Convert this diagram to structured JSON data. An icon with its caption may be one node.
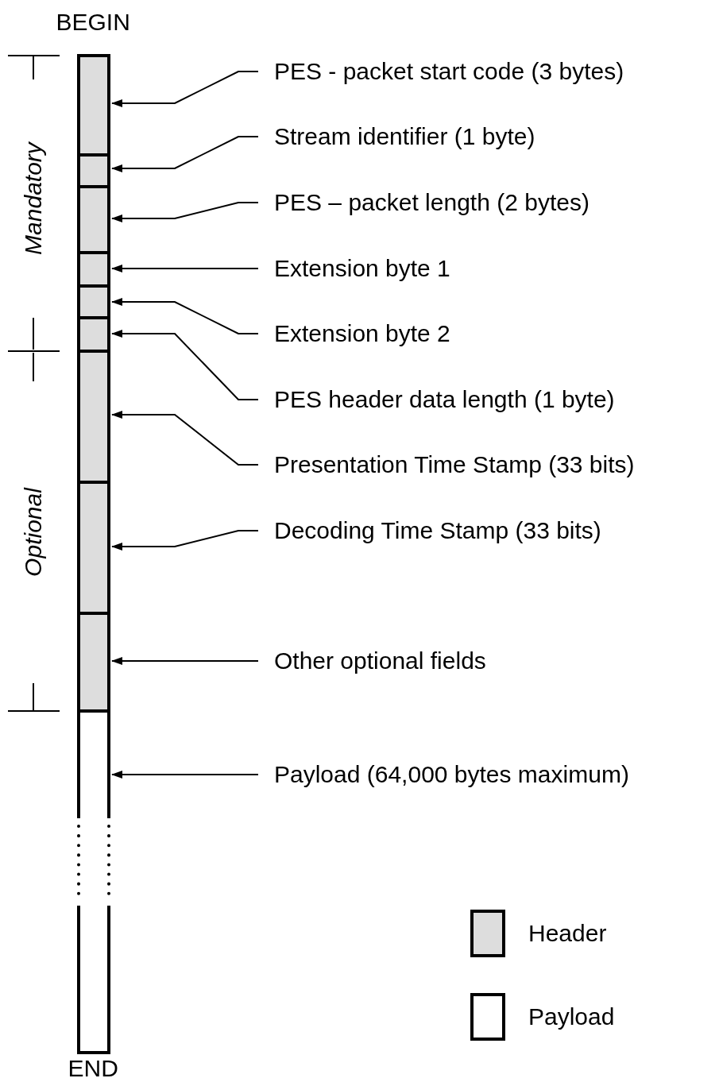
{
  "diagram": {
    "nodes": [
      {
        "text": [],
        "shape": "box"
      },
      {
        "text": [],
        "shape": "box"
      },
      {
        "text": [],
        "shape": "box"
      },
      {
        "text": [],
        "shape": "box"
      },
      {
        "text": [],
        "shape": "box"
      },
      {
        "text": [],
        "shape": "box"
      },
      {
        "text": [],
        "shape": "box"
      },
      {
        "text": [],
        "shape": "box"
      },
      {
        "text": [],
        "shape": "box"
      },
      {
        "text": [],
        "shape": "box"
      },
      {
        "text": [
          "PES - packet start code (3 bytes)"
        ]
      },
      {
        "text": [
          "Stream identifier (1 byte)"
        ]
      },
      {
        "text": [
          "PES – packet length (2 bytes)"
        ]
      },
      {
        "text": [
          "Extension byte 1"
        ]
      },
      {
        "text": [
          "Extension byte 2"
        ]
      },
      {
        "text": [
          "PES header data length (1 byte)"
        ]
      },
      {
        "text": [
          "Presentation Time Stamp (33 bits)"
        ]
      },
      {
        "text": [
          "Decoding Time Stamp (33 bits)"
        ]
      },
      {
        "text": [
          "Other optional fields"
        ]
      },
      {
        "text": [
          "Payload (64,000 bytes maximum)"
        ]
      }
    ],
    "edges": [
      {
        "from": 10,
        "to": 0,
        "arrow": "to"
      },
      {
        "from": 11,
        "to": 1,
        "arrow": "to"
      },
      {
        "from": 12,
        "to": 2,
        "arrow": "to"
      },
      {
        "from": 13,
        "to": 3,
        "arrow": "to"
      },
      {
        "from": 14,
        "to": 4,
        "arrow": "to"
      },
      {
        "from": 15,
        "to": 5,
        "arrow": "to"
      },
      {
        "from": 16,
        "to": 6,
        "arrow": "to"
      },
      {
        "from": 17,
        "to": 7,
        "arrow": "to"
      },
      {
        "from": 18,
        "to": 8,
        "arrow": "to"
      },
      {
        "from": 19,
        "to": 9,
        "arrow": "to"
      }
    ],
    "labels": [
      "BEGIN",
      "Mandatory",
      "Optional",
      "END"
    ],
    "legend": [
      {
        "text": "Header",
        "color": "#dddddd"
      },
      {
        "text": "Payload",
        "color": "#ffffff"
      }
    ]
  }
}
